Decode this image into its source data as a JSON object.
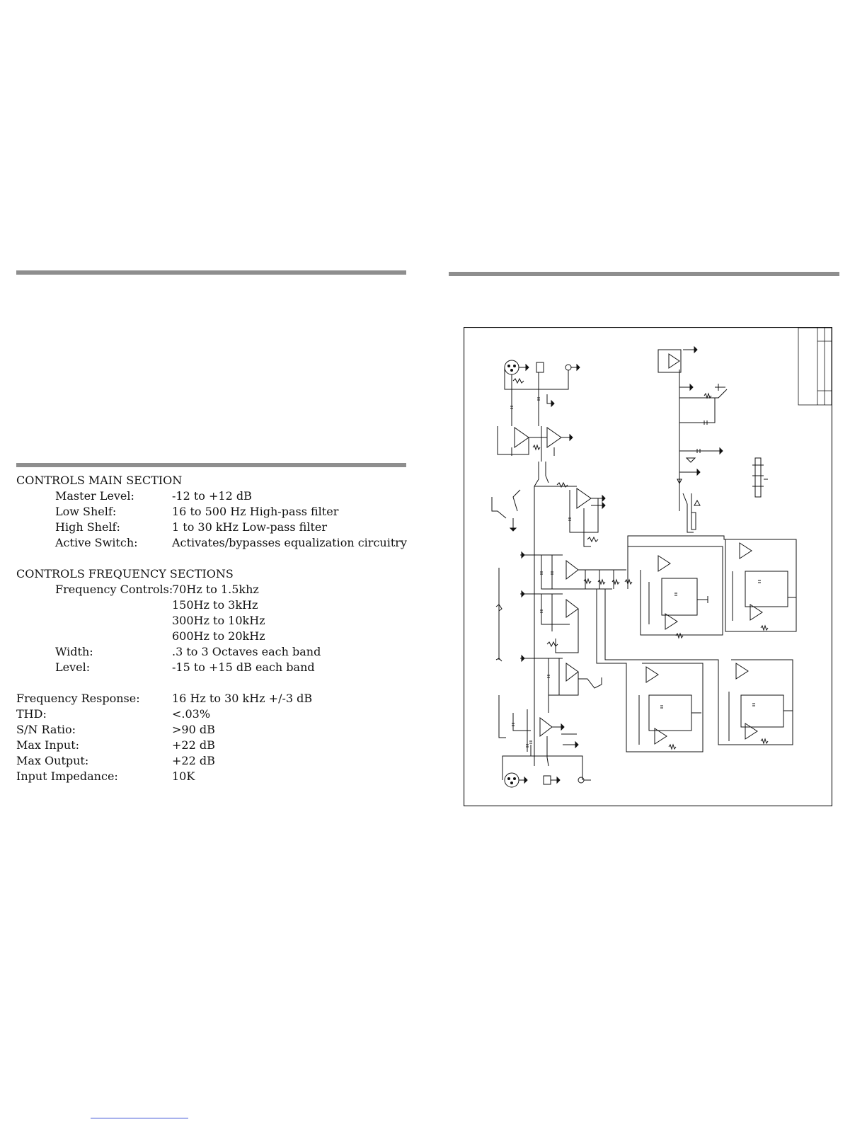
{
  "specs": {
    "main_section": {
      "heading": "CONTROLS MAIN SECTION",
      "rows": [
        {
          "label": "Master Level:",
          "value": "-12 to +12 dB"
        },
        {
          "label": "Low Shelf:",
          "value": "16 to 500 Hz High-pass filter"
        },
        {
          "label": "High Shelf:",
          "value": "1 to 30 kHz Low-pass filter"
        },
        {
          "label": "Active Switch:",
          "value": "Activates/bypasses equalization circuitry"
        }
      ]
    },
    "frequency_sections": {
      "heading": "CONTROLS FREQUENCY SECTIONS",
      "frequency_label": "Frequency Controls:",
      "frequency_values": [
        "70Hz to 1.5khz",
        "150Hz to 3kHz",
        "300Hz to 10kHz",
        "600Hz to 20kHz"
      ],
      "rows": [
        {
          "label": "Width:",
          "value": ".3 to 3 Octaves each band"
        },
        {
          "label": "Level:",
          "value": "-15 to +15 dB each band"
        }
      ]
    },
    "general": [
      {
        "label": "Frequency Response:",
        "value": "16 Hz to 30 kHz +/-3 dB"
      },
      {
        "label": "THD:",
        "value": "<.03%"
      },
      {
        "label": "S/N Ratio:",
        "value": ">90 dB"
      },
      {
        "label": "Max Input:",
        "value": "+22 dB"
      },
      {
        "label": "Max Output:",
        "value": "+22 dB"
      },
      {
        "label": "Input Impedance:",
        "value": "10K"
      }
    ]
  },
  "schematic": {
    "icon": "circuit-schematic-diagram"
  },
  "colors": {
    "rule": "#8e8e8e",
    "text": "#111111",
    "link": "#3b52d6"
  }
}
